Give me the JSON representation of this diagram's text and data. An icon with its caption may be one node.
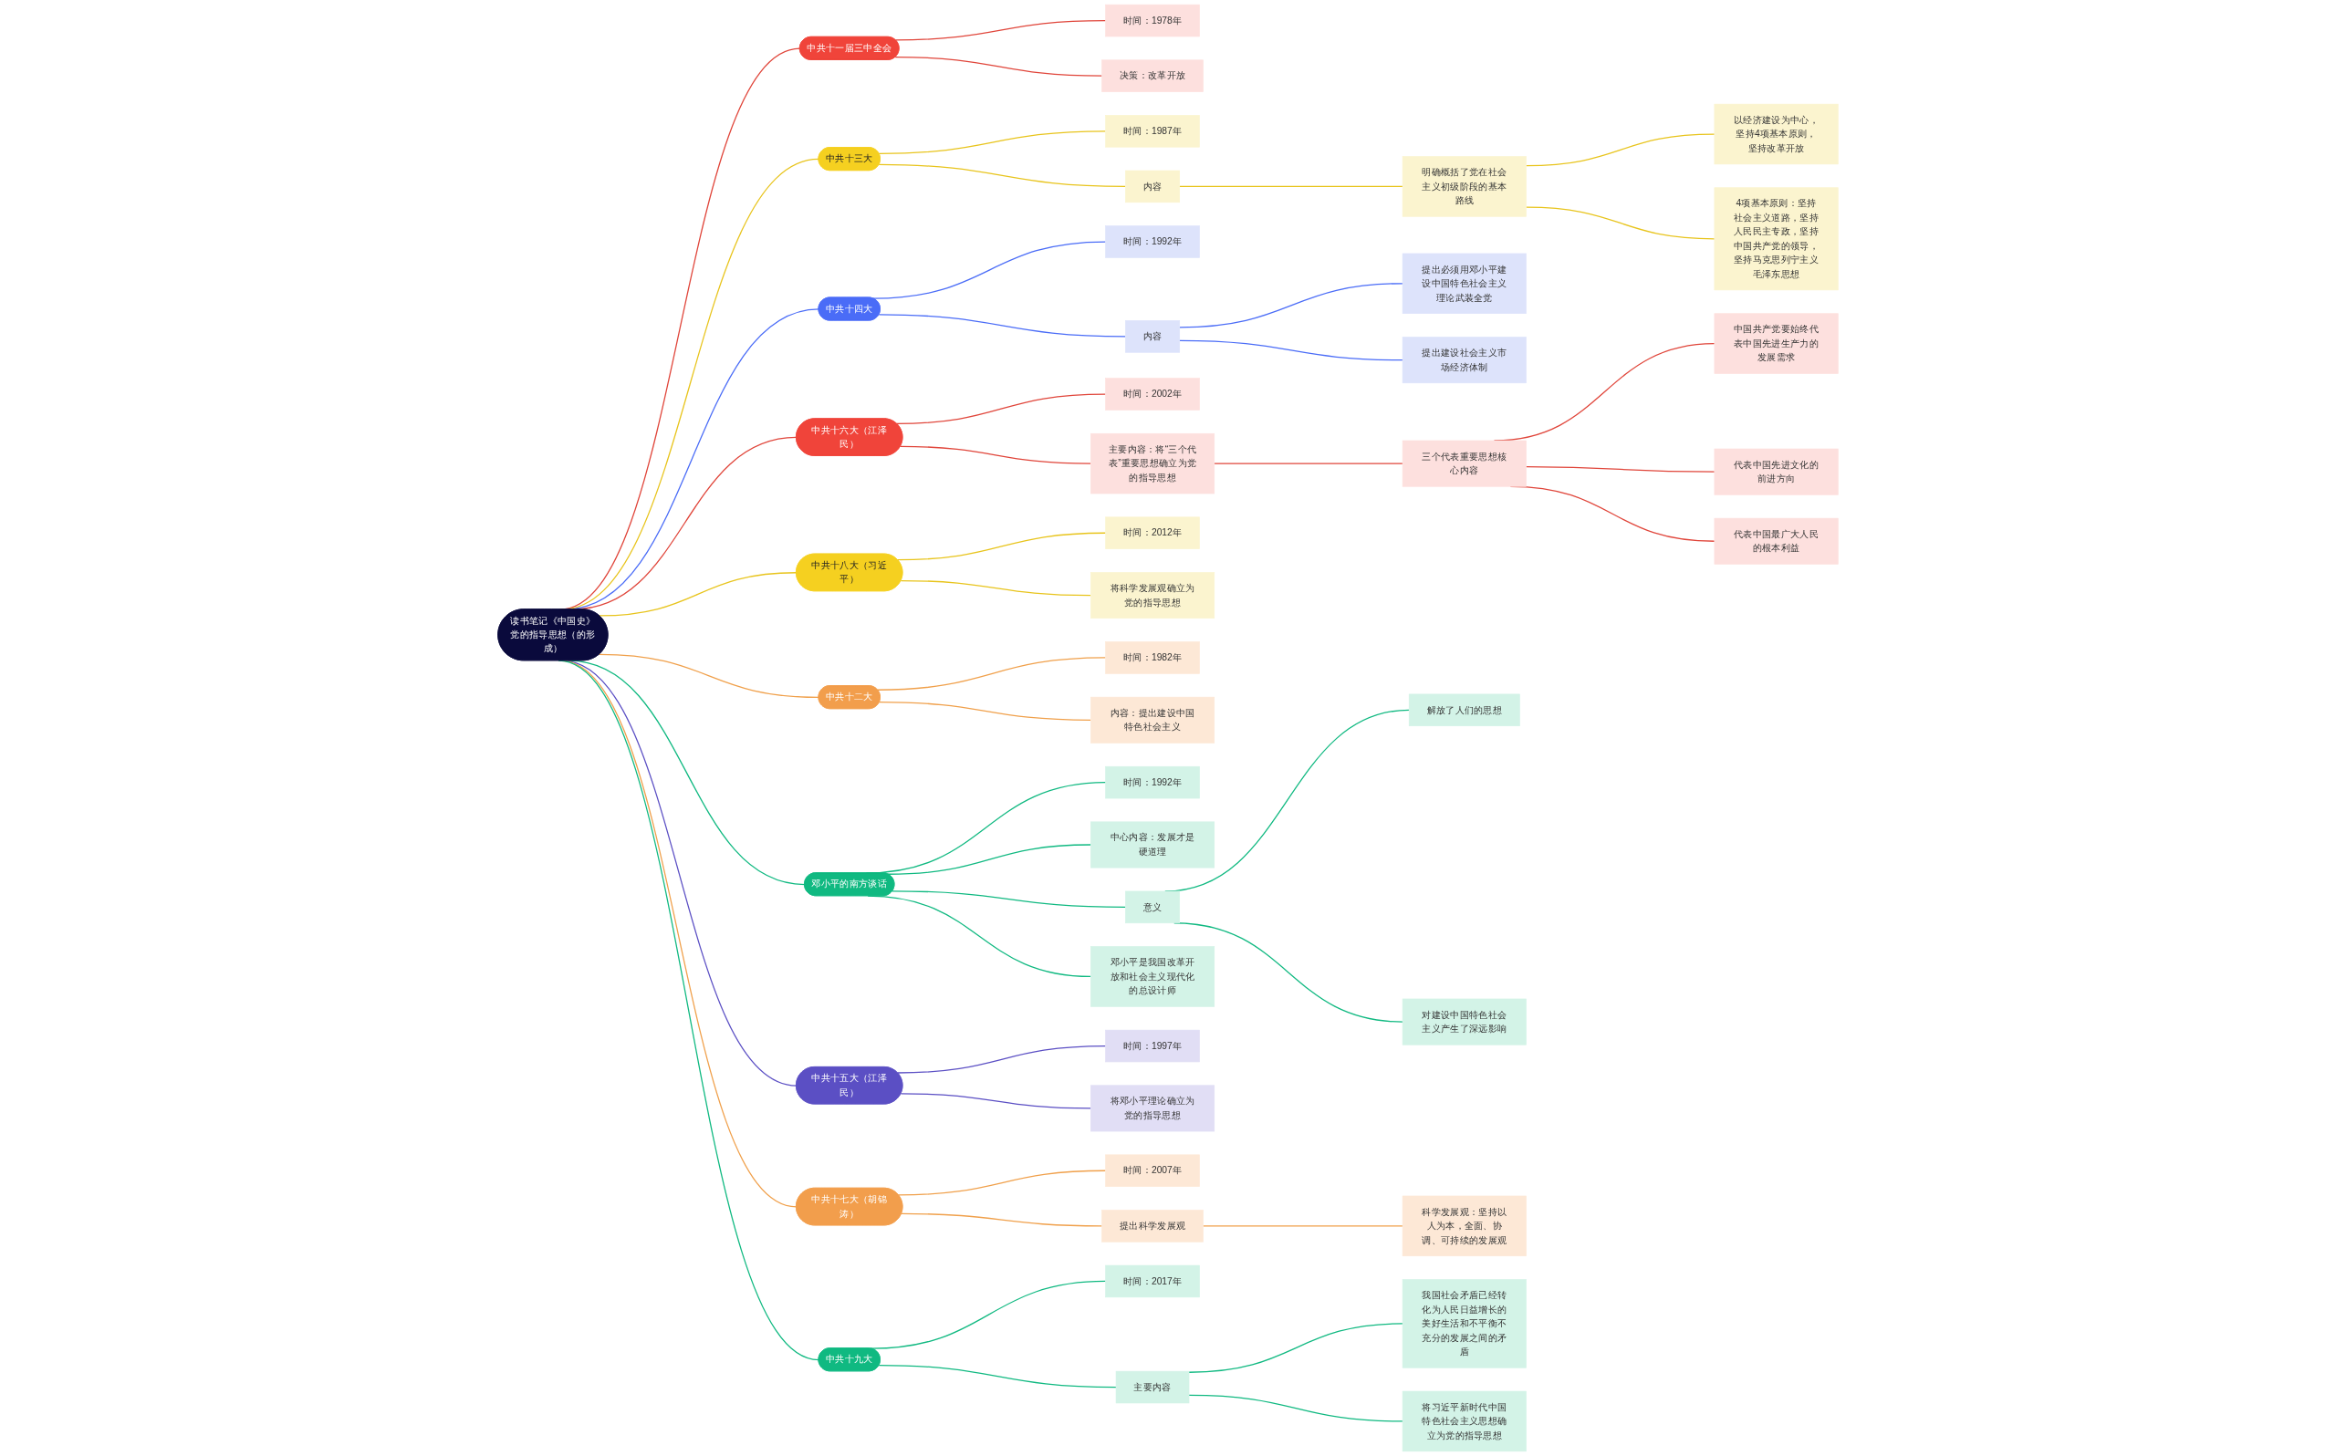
{
  "diagram": {
    "nodes": [
      {
        "text": [
          "读书笔记《中国史》党的指导思想（的形成）"
        ]
      },
      {
        "text": [
          "中共十一届三中全会"
        ]
      },
      {
        "text": [
          "时间：1978年"
        ]
      },
      {
        "text": [
          "决策：改革开放"
        ]
      },
      {
        "text": [
          "中共十三大"
        ]
      },
      {
        "text": [
          "时间：1987年"
        ]
      },
      {
        "text": [
          "内容"
        ]
      },
      {
        "text": [
          "明确概括了党在社会主义初级阶段的基本路线"
        ]
      },
      {
        "text": [
          "以经济建设为中心，坚持4项基本原则，坚持改革开放"
        ]
      },
      {
        "text": [
          "4项基本原则：坚持社会主义道路，坚持人民民主专政，坚持中国共产党的领导，坚持马克思列宁主义毛泽东思想"
        ]
      },
      {
        "text": [
          "中共十四大"
        ]
      },
      {
        "text": [
          "时间：1992年"
        ]
      },
      {
        "text": [
          "内容"
        ]
      },
      {
        "text": [
          "提出必须用邓小平建设中国特色社会主义理论武装全党"
        ]
      },
      {
        "text": [
          "提出建设社会主义市场经济体制"
        ]
      },
      {
        "text": [
          "中共十六大（江泽民）"
        ]
      },
      {
        "text": [
          "时间：2002年"
        ]
      },
      {
        "text": [
          "主要内容：将“三个代表”重要思想确立为党的指导思想"
        ]
      },
      {
        "text": [
          "三个代表重要思想核心内容"
        ]
      },
      {
        "text": [
          "中国共产党要始终代表中国先进生产力的发展需求"
        ]
      },
      {
        "text": [
          "代表中国先进文化的前进方向"
        ]
      },
      {
        "text": [
          "代表中国最广大人民的根本利益"
        ]
      },
      {
        "text": [
          "中共十八大（习近平）"
        ]
      },
      {
        "text": [
          "时间：2012年"
        ]
      },
      {
        "text": [
          "将科学发展观确立为党的指导思想"
        ]
      },
      {
        "text": [
          "中共十二大"
        ]
      },
      {
        "text": [
          "时间：1982年"
        ]
      },
      {
        "text": [
          "内容：提出建设中国特色社会主义"
        ]
      },
      {
        "text": [
          "邓小平的南方谈话"
        ]
      },
      {
        "text": [
          "时间：1992年"
        ]
      },
      {
        "text": [
          "中心内容：发展才是硬道理"
        ]
      },
      {
        "text": [
          "意义"
        ]
      },
      {
        "text": [
          "解放了人们的思想"
        ]
      },
      {
        "text": [
          "对建设中国特色社会主义产生了深远影响"
        ]
      },
      {
        "text": [
          "邓小平是我国改革开放和社会主义现代化的总设计师"
        ]
      },
      {
        "text": [
          "中共十五大（江泽民）"
        ]
      },
      {
        "text": [
          "时间：1997年"
        ]
      },
      {
        "text": [
          "将邓小平理论确立为党的指导思想"
        ]
      },
      {
        "text": [
          "中共十七大（胡锦涛）"
        ]
      },
      {
        "text": [
          "时间：2007年"
        ]
      },
      {
        "text": [
          "提出科学发展观"
        ]
      },
      {
        "text": [
          "科学发展观：坚持以人为本，全面、协调、可持续的发展观"
        ]
      },
      {
        "text": [
          "中共十九大"
        ]
      },
      {
        "text": [
          "时间：2017年"
        ]
      },
      {
        "text": [
          "主要内容"
        ]
      },
      {
        "text": [
          "我国社会矛盾已经转化为人民日益增长的美好生活和不平衡不充分的发展之间的矛盾"
        ]
      },
      {
        "text": [
          "将习近平新时代中国特色社会主义思想确立为党的指导思想"
        ]
      }
    ],
    "edges": [
      {
        "from": 0,
        "to": 1,
        "arrow": "none",
        "color": "#e0453a"
      },
      {
        "from": 1,
        "to": 2,
        "arrow": "none",
        "color": "#e0453a"
      },
      {
        "from": 1,
        "to": 3,
        "arrow": "none",
        "color": "#e0453a"
      },
      {
        "from": 0,
        "to": 4,
        "arrow": "none",
        "color": "#e8c41c"
      },
      {
        "from": 4,
        "to": 5,
        "arrow": "none",
        "color": "#e8c41c"
      },
      {
        "from": 4,
        "to": 6,
        "arrow": "none",
        "color": "#e8c41c"
      },
      {
        "from": 6,
        "to": 7,
        "arrow": "none",
        "color": "#e8c41c"
      },
      {
        "from": 7,
        "to": 8,
        "arrow": "none",
        "color": "#e8c41c"
      },
      {
        "from": 7,
        "to": 9,
        "arrow": "none",
        "color": "#e8c41c"
      },
      {
        "from": 0,
        "to": 10,
        "arrow": "none",
        "color": "#4a6cf7"
      },
      {
        "from": 10,
        "to": 11,
        "arrow": "none",
        "color": "#4a6cf7"
      },
      {
        "from": 10,
        "to": 12,
        "arrow": "none",
        "color": "#4a6cf7"
      },
      {
        "from": 12,
        "to": 13,
        "arrow": "none",
        "color": "#4a6cf7"
      },
      {
        "from": 12,
        "to": 14,
        "arrow": "none",
        "color": "#4a6cf7"
      },
      {
        "from": 0,
        "to": 15,
        "arrow": "none",
        "color": "#e0453a"
      },
      {
        "from": 15,
        "to": 16,
        "arrow": "none",
        "color": "#e0453a"
      },
      {
        "from": 15,
        "to": 17,
        "arrow": "none",
        "color": "#e0453a"
      },
      {
        "from": 17,
        "to": 18,
        "arrow": "none",
        "color": "#e0453a"
      },
      {
        "from": 18,
        "to": 19,
        "arrow": "none",
        "color": "#e0453a"
      },
      {
        "from": 18,
        "to": 20,
        "arrow": "none",
        "color": "#e0453a"
      },
      {
        "from": 18,
        "to": 21,
        "arrow": "none",
        "color": "#e0453a"
      },
      {
        "from": 0,
        "to": 22,
        "arrow": "none",
        "color": "#e8c41c"
      },
      {
        "from": 22,
        "to": 23,
        "arrow": "none",
        "color": "#e8c41c"
      },
      {
        "from": 22,
        "to": 24,
        "arrow": "none",
        "color": "#e8c41c"
      },
      {
        "from": 0,
        "to": 25,
        "arrow": "none",
        "color": "#f0a04b"
      },
      {
        "from": 25,
        "to": 26,
        "arrow": "none",
        "color": "#f0a04b"
      },
      {
        "from": 25,
        "to": 27,
        "arrow": "none",
        "color": "#f0a04b"
      },
      {
        "from": 0,
        "to": 28,
        "arrow": "none",
        "color": "#10b981"
      },
      {
        "from": 28,
        "to": 29,
        "arrow": "none",
        "color": "#10b981"
      },
      {
        "from": 28,
        "to": 30,
        "arrow": "none",
        "color": "#10b981"
      },
      {
        "from": 28,
        "to": 31,
        "arrow": "none",
        "color": "#10b981"
      },
      {
        "from": 31,
        "to": 32,
        "arrow": "none",
        "color": "#10b981"
      },
      {
        "from": 31,
        "to": 33,
        "arrow": "none",
        "color": "#10b981"
      },
      {
        "from": 28,
        "to": 34,
        "arrow": "none",
        "color": "#10b981"
      },
      {
        "from": 0,
        "to": 35,
        "arrow": "none",
        "color": "#5b4fc4"
      },
      {
        "from": 35,
        "to": 36,
        "arrow": "none",
        "color": "#5b4fc4"
      },
      {
        "from": 35,
        "to": 37,
        "arrow": "none",
        "color": "#5b4fc4"
      },
      {
        "from": 0,
        "to": 38,
        "arrow": "none",
        "color": "#f0a04b"
      },
      {
        "from": 38,
        "to": 39,
        "arrow": "none",
        "color": "#f0a04b"
      },
      {
        "from": 38,
        "to": 40,
        "arrow": "none",
        "color": "#f0a04b"
      },
      {
        "from": 40,
        "to": 41,
        "arrow": "none",
        "color": "#f0a04b"
      },
      {
        "from": 0,
        "to": 42,
        "arrow": "none",
        "color": "#10b981"
      },
      {
        "from": 42,
        "to": 43,
        "arrow": "none",
        "color": "#10b981"
      },
      {
        "from": 42,
        "to": 44,
        "arrow": "none",
        "color": "#10b981"
      },
      {
        "from": 44,
        "to": 45,
        "arrow": "none",
        "color": "#10b981"
      },
      {
        "from": 44,
        "to": 46,
        "arrow": "none",
        "color": "#10b981"
      }
    ]
  }
}
